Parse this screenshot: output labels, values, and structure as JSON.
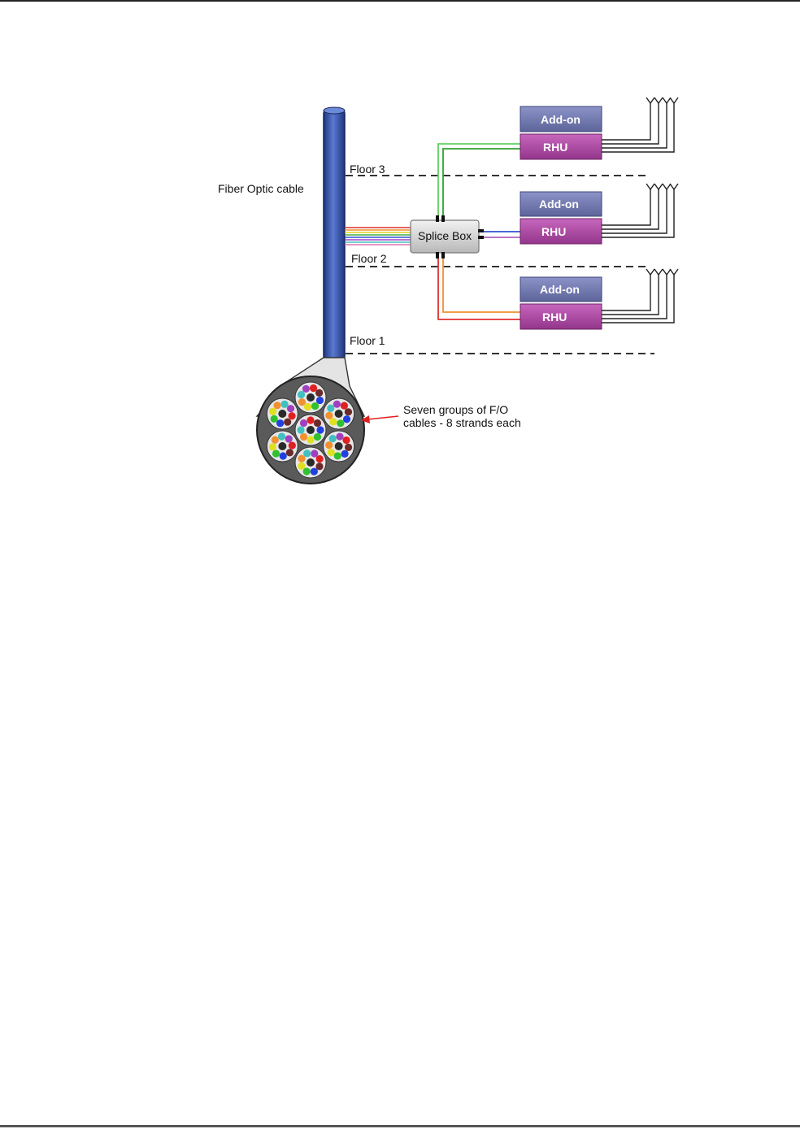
{
  "labels": {
    "fiber_optic_cable": "Fiber Optic cable",
    "floor_3": "Floor 3",
    "floor_2": "Floor 2",
    "floor_1": "Floor 1",
    "splice_box": "Splice Box",
    "fo_groups_line1": "Seven groups of F/O",
    "fo_groups_line2": "cables - 8 strands each"
  },
  "units": [
    {
      "addon_label": "Add-on",
      "rhu_label": "RHU"
    },
    {
      "addon_label": "Add-on",
      "rhu_label": "RHU"
    },
    {
      "addon_label": "Add-on",
      "rhu_label": "RHU"
    }
  ],
  "colors": {
    "cable_blue": "#3f5fb8",
    "addon_fill": "#6f77b0",
    "rhu_fill": "#b04aa8",
    "splice_fill": "#d8d8d8",
    "cross_section": "#5a5a5a",
    "pointer_arrow": "#e02020"
  }
}
